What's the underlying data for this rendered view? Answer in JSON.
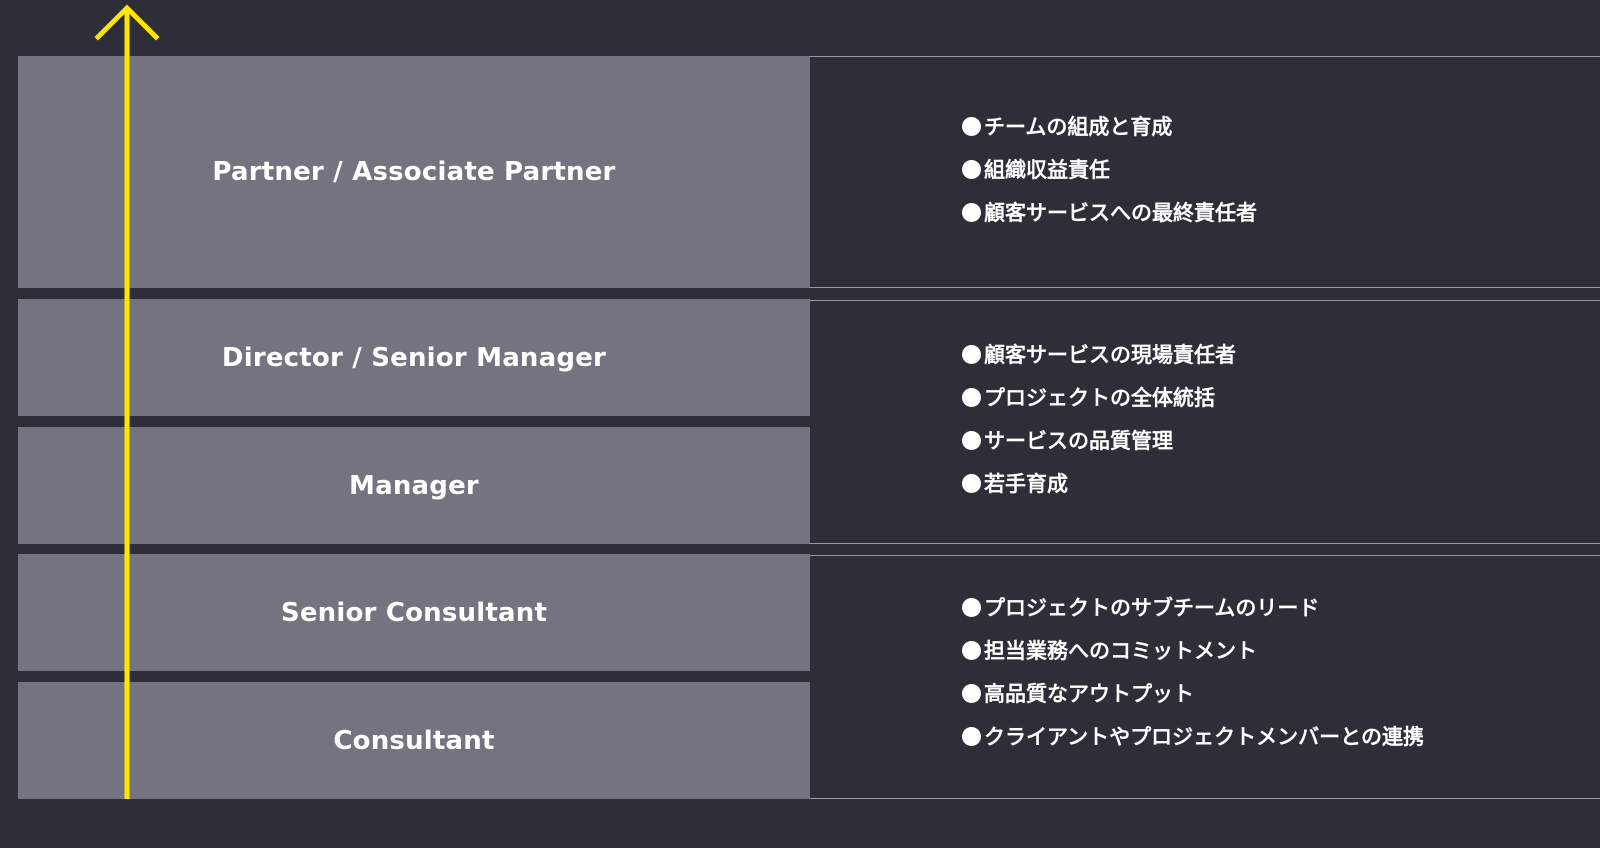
{
  "colors": {
    "background": "#2e2e38",
    "role_box": "#747480",
    "arrow": "#ffe600",
    "divider": "#9a9aa4",
    "text": "#ffffff"
  },
  "roles": {
    "partner": "Partner / Associate Partner",
    "director": "Director / Senior Manager",
    "manager": "Manager",
    "senior_consultant": "Senior Consultant",
    "consultant": "Consultant"
  },
  "responsibilities": {
    "partner": [
      "チームの組成と育成",
      "組織収益責任",
      "顧客サービスへの最終責任者"
    ],
    "director_manager": [
      "顧客サービスの現場責任者",
      "プロジェクトの全体統括",
      "サービスの品質管理",
      "若手育成"
    ],
    "consultant": [
      "プロジェクトのサブチームのリード",
      "担当業務へのコミットメント",
      "高品質なアウトプット",
      "クライアントやプロジェクトメンバーとの連携"
    ]
  }
}
